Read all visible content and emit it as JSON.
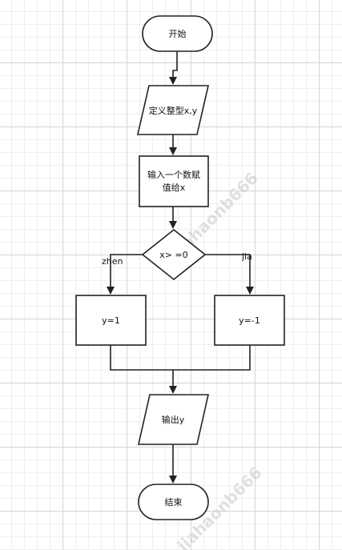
{
  "nodes": {
    "start": "开始",
    "define": "定义整型x,y",
    "input_line1": "输入一个数赋",
    "input_line2": "值给x",
    "condition": "x> =0",
    "assign_pos": "y=1",
    "assign_neg": "y=-1",
    "output": "输出y",
    "end": "结束"
  },
  "edge_labels": {
    "yes": "zhen",
    "no": "jia"
  },
  "watermark": "jiahaonb666",
  "colors": {
    "stroke": "#222222",
    "fill": "#ffffff",
    "grid": "#d6d6d6"
  }
}
